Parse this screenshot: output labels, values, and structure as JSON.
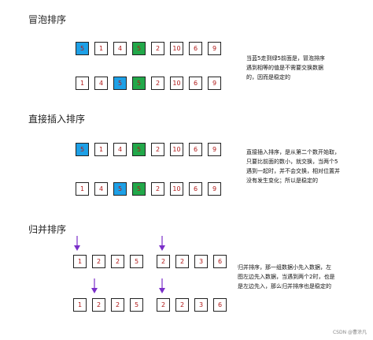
{
  "sections": {
    "bubble": {
      "title": "冒泡排序",
      "row1": [
        {
          "v": "5",
          "c": "blue"
        },
        {
          "v": "1",
          "c": "white"
        },
        {
          "v": "4",
          "c": "white"
        },
        {
          "v": "5",
          "c": "green"
        },
        {
          "v": "2",
          "c": "white"
        },
        {
          "v": "10",
          "c": "white"
        },
        {
          "v": "6",
          "c": "white"
        },
        {
          "v": "9",
          "c": "white"
        }
      ],
      "row2": [
        {
          "v": "1",
          "c": "white"
        },
        {
          "v": "4",
          "c": "white"
        },
        {
          "v": "5",
          "c": "blue"
        },
        {
          "v": "5",
          "c": "green"
        },
        {
          "v": "2",
          "c": "white"
        },
        {
          "v": "10",
          "c": "white"
        },
        {
          "v": "6",
          "c": "white"
        },
        {
          "v": "9",
          "c": "white"
        }
      ],
      "note": [
        "当蓝5走到绿5前面是，冒泡排序",
        "遇到相等的值是不需要交换数据",
        "的，因而是稳定的"
      ]
    },
    "insertion": {
      "title": "直接插入排序",
      "row1": [
        {
          "v": "5",
          "c": "blue"
        },
        {
          "v": "1",
          "c": "white"
        },
        {
          "v": "4",
          "c": "white"
        },
        {
          "v": "5",
          "c": "green"
        },
        {
          "v": "2",
          "c": "white"
        },
        {
          "v": "10",
          "c": "white"
        },
        {
          "v": "6",
          "c": "white"
        },
        {
          "v": "9",
          "c": "white"
        }
      ],
      "row2": [
        {
          "v": "1",
          "c": "white"
        },
        {
          "v": "4",
          "c": "white"
        },
        {
          "v": "5",
          "c": "blue"
        },
        {
          "v": "5",
          "c": "green"
        },
        {
          "v": "2",
          "c": "white"
        },
        {
          "v": "10",
          "c": "white"
        },
        {
          "v": "6",
          "c": "white"
        },
        {
          "v": "9",
          "c": "white"
        }
      ],
      "note": [
        "直接插入排序，是从第二个数开始取，",
        "只要比前面的数小，就交换，当两个5",
        "遇到一起时，并不会交换，相对位置并",
        "没有发生变化；所以是稳定的"
      ]
    },
    "merge": {
      "title": "归并排序",
      "row1a": [
        "1",
        "2",
        "2",
        "5"
      ],
      "row1b": [
        "2",
        "2",
        "3",
        "6"
      ],
      "row2a": [
        "1",
        "2",
        "2",
        "5"
      ],
      "row2b": [
        "2",
        "2",
        "3",
        "6"
      ],
      "note": [
        "归并排序，那一组数据小先入数据，左",
        "图左边先入数据，当遇到两个2时，也是",
        "是左边先入，那么归并排序也是稳定的"
      ]
    }
  },
  "watermark": "CSDN @曹涂凡",
  "colors": {
    "blue": "#1da0e6",
    "green": "#22a84a",
    "digit": "#b01818",
    "arrow": "#7a2fc9"
  }
}
